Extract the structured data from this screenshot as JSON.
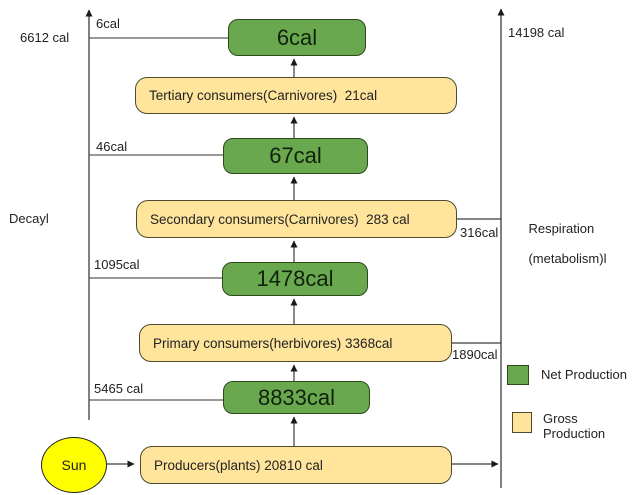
{
  "palette": {
    "net_production_color": "#6aa84f",
    "gross_production_color": "#ffe49c",
    "sun_color": "#ffff00"
  },
  "sun": {
    "label": "Sun"
  },
  "boxes": {
    "net_tertiary": "6cal",
    "gross_tertiary": "Tertiary consumers(Carnivores)  21cal",
    "net_secondary": "67cal",
    "gross_secondary": "Secondary consumers(Carnivores)  283 cal",
    "net_primary": "1478cal",
    "gross_primary": "Primary consumers(herbivores) 3368cal",
    "net_producer": "8833cal",
    "gross_producer": "Producers(plants) 20810 cal"
  },
  "decay": {
    "axis_label": "Decayl",
    "total": "6612 cal",
    "flows": {
      "tertiary": "6cal",
      "secondary": "46cal",
      "primary": "1095cal",
      "producer": "5465 cal"
    }
  },
  "respiration": {
    "axis_label_line1": "Respiration",
    "axis_label_line2": "(metabolism)l",
    "total": "14198 cal",
    "flows": {
      "secondary": "316cal",
      "primary": "1890cal"
    }
  },
  "legend": {
    "net": "Net Production",
    "gross": "Gross\nProduction"
  }
}
